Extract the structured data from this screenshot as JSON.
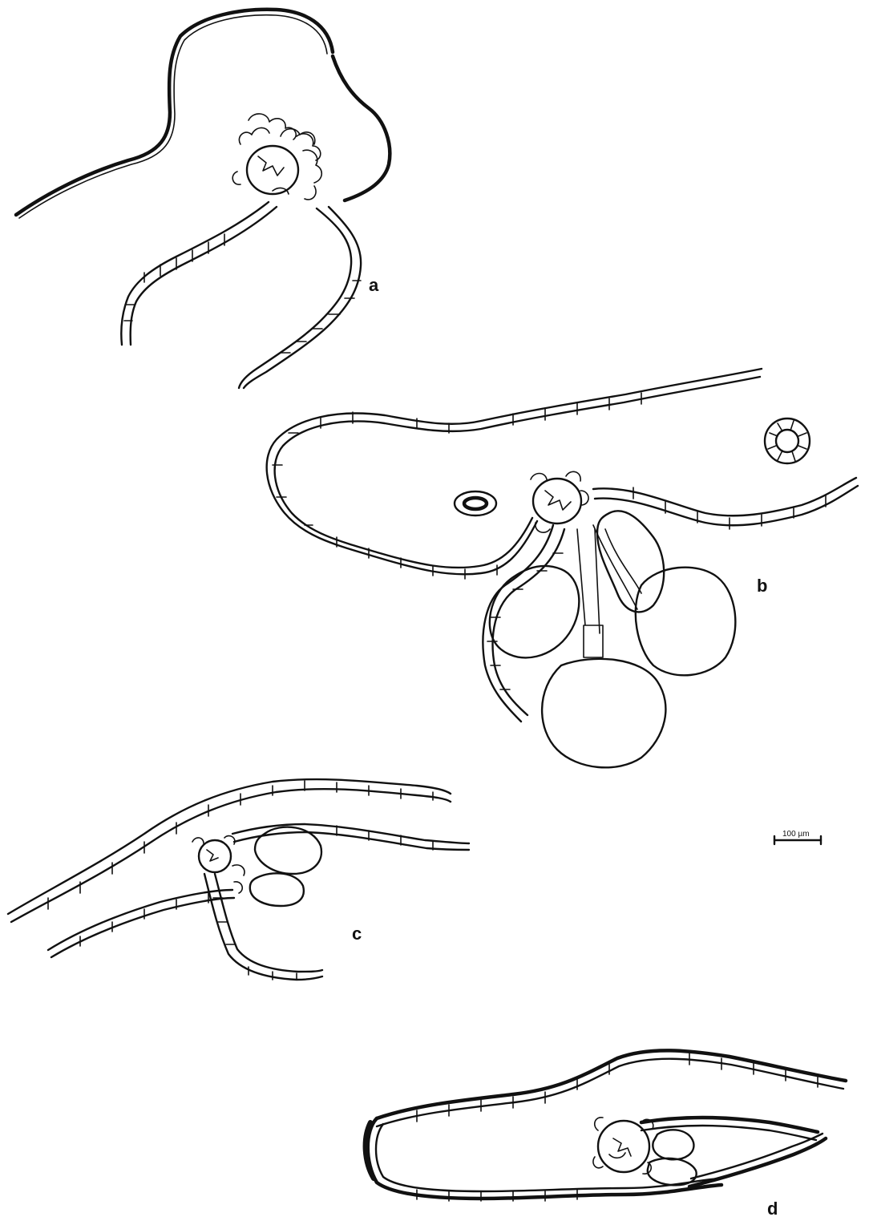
{
  "figure": {
    "panels": [
      {
        "id": "a",
        "label": "a"
      },
      {
        "id": "b",
        "label": "b"
      },
      {
        "id": "c",
        "label": "c"
      },
      {
        "id": "d",
        "label": "d"
      }
    ],
    "scale_bar": {
      "label": "100 µm"
    },
    "colors": {
      "ink": "#111111",
      "paper": "#ffffff"
    }
  }
}
